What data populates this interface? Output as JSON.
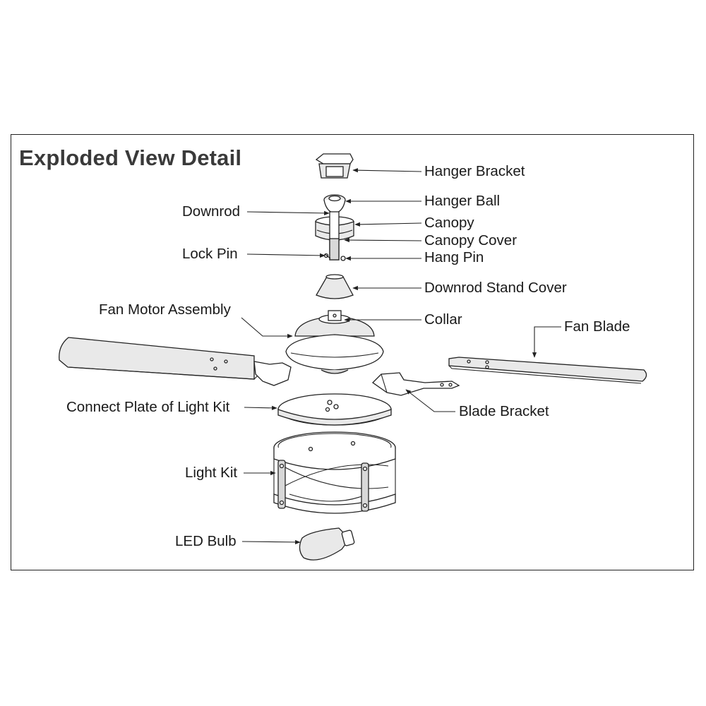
{
  "title": "Exploded View Detail",
  "labels": {
    "hanger_bracket": "Hanger Bracket",
    "hanger_ball": "Hanger Ball",
    "downrod": "Downrod",
    "canopy": "Canopy",
    "canopy_cover": "Canopy Cover",
    "lock_pin": "Lock Pin",
    "hang_pin": "Hang Pin",
    "downrod_stand_cover": "Downrod Stand Cover",
    "fan_motor_assembly": "Fan Motor Assembly",
    "collar": "Collar",
    "fan_blade": "Fan Blade",
    "blade_bracket": "Blade Bracket",
    "connect_plate": "Connect Plate of Light Kit",
    "light_kit": "Light Kit",
    "led_bulb": "LED Bulb"
  },
  "colors": {
    "line": "#222222",
    "title": "#3a3a3a",
    "background": "#ffffff"
  }
}
